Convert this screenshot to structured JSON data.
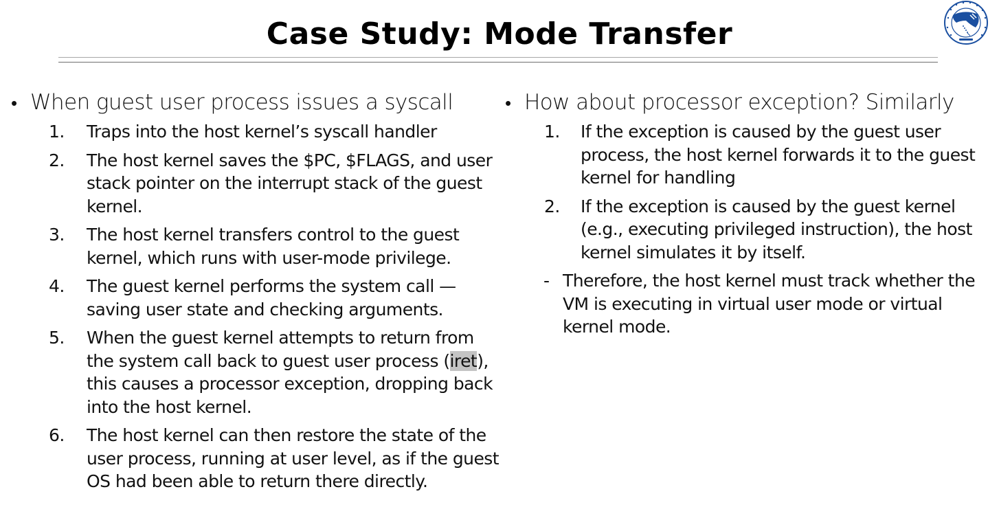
{
  "slide": {
    "title": "Case Study: Mode Transfer",
    "logo": {
      "icon": "university-seal-icon",
      "color": "#1a4fa0"
    },
    "left_column": {
      "bullet": "When guest user process issues a syscall",
      "items": [
        {
          "num": "1.",
          "text": "Traps into the host kernel’s syscall handler"
        },
        {
          "num": "2.",
          "text": "The host kernel saves the $PC, $FLAGS, and user stack pointer on the interrupt stack of the guest kernel."
        },
        {
          "num": "3.",
          "text": "The host kernel transfers control to the guest kernel, which runs with user-mode privilege."
        },
        {
          "num": "4.",
          "text": "The guest kernel performs the system call — saving user state and checking arguments."
        },
        {
          "num": "5.",
          "text_before": "When the guest kernel attempts to return from the system call back to guest user process (",
          "highlight": "iret",
          "text_after": "), this causes a processor exception, dropping back into the host kernel."
        },
        {
          "num": "6.",
          "text": "The host kernel can then restore the state of the user process, running at user level, as if the guest OS had been able to return there directly."
        }
      ]
    },
    "right_column": {
      "bullet": "How about processor exception? Similarly",
      "items": [
        {
          "num": "1.",
          "text": "If the exception is caused by the guest user process, the host kernel forwards it to the guest kernel for handling"
        },
        {
          "num": "2.",
          "text": "If the exception is caused by the guest kernel (e.g., executing privileged instruction), the host kernel simulates it by itself."
        }
      ],
      "dash_item": {
        "marker": "-",
        "text": "Therefore, the host kernel must track whether the VM is executing in virtual user mode or virtual kernel mode."
      }
    },
    "colors": {
      "text": "#111111",
      "rule_top": "#a6a6a6",
      "rule_bottom": "#6e6e6e",
      "highlight": "#c4c4c4"
    }
  }
}
